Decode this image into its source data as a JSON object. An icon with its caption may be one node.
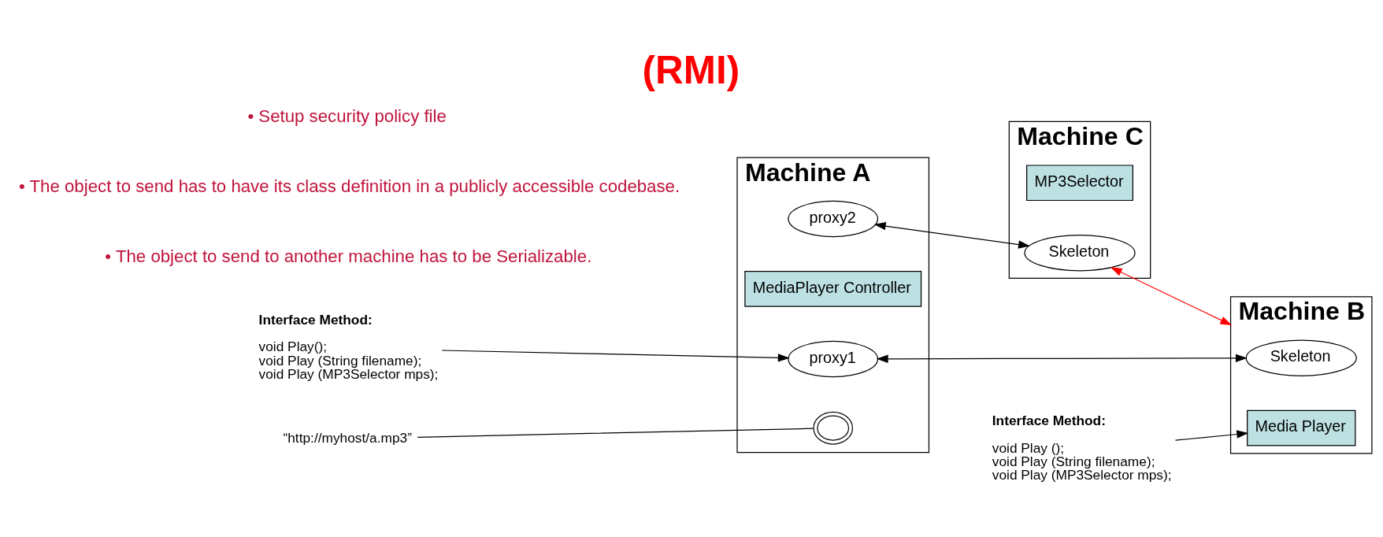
{
  "diagram": {
    "title": "(RMI)",
    "nodes": [
      {
        "text": [
          "Machine C"
        ]
      },
      {
        "text": [
          "MP3Selector"
        ],
        "in": 0
      },
      {
        "text": [
          "Skeleton"
        ],
        "in": 0
      },
      {
        "text": [
          "Interface Method:",
          "void Play(); void Play (String filename); void Play (MP3Selector mps);"
        ]
      },
      {
        "text": [
          "Machine A"
        ]
      },
      {
        "text": [
          "proxy2"
        ],
        "in": 4
      },
      {
        "text": [
          "MediaPlayer Controller"
        ],
        "in": 4
      },
      {
        "text": [
          "proxy1"
        ],
        "in": 4
      },
      {
        "text": [],
        "shape": "circle",
        "in": 4
      },
      {
        "text": [
          "“http://myhost/a.mp3”"
        ]
      },
      {
        "text": [
          "Machine B"
        ]
      },
      {
        "text": [
          "Skeleton"
        ],
        "in": 10
      },
      {
        "text": [
          "Media Player"
        ],
        "in": 10
      },
      {
        "text": [
          "Interface Method:",
          "void Play (); void Play (String filename); void Play (MP3Selector mps);"
        ]
      }
    ],
    "edges": [
      {
        "from": 5,
        "to": 2,
        "arrow": "both"
      },
      {
        "from": 3,
        "to": 7,
        "arrow": "to"
      },
      {
        "from": 2,
        "to": 10,
        "arrow": "both",
        "color": "#ff0000"
      },
      {
        "from": 7,
        "to": 11,
        "arrow": "both"
      },
      {
        "from": 13,
        "to": 12,
        "arrow": "to"
      },
      {
        "from": 9,
        "to": 8,
        "arrow": "none"
      }
    ],
    "labels": [
      "• The object to send to another machine has to be Serializable.",
      "• The object to send has to have its class definition in a publicly accessible codebase.",
      "• Setup security policy file"
    ]
  }
}
